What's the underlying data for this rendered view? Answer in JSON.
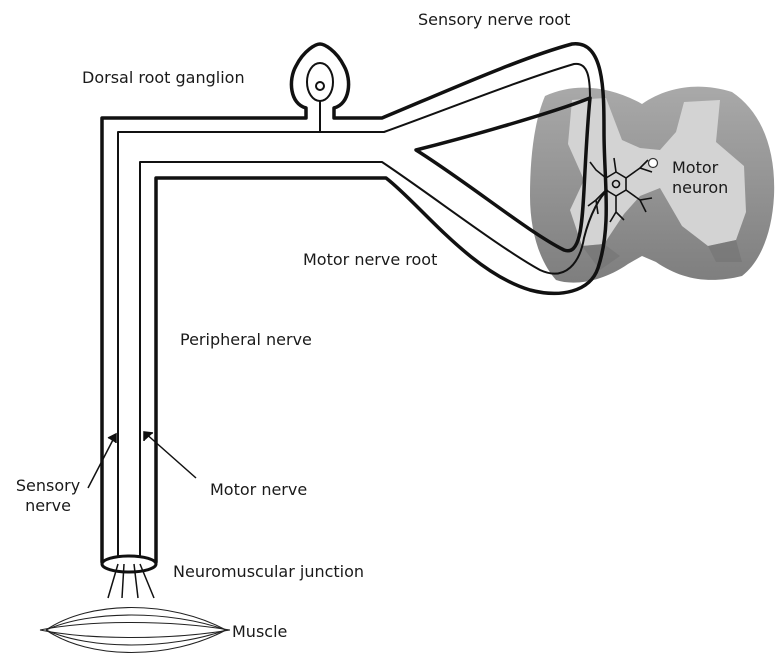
{
  "labels": {
    "sensory_nerve_root": "Sensory nerve root",
    "dorsal_root_ganglion": "Dorsal root ganglion",
    "motor_neuron": "Motor\nneuron",
    "motor_nerve_root": "Motor nerve root",
    "peripheral_nerve": "Peripheral nerve",
    "sensory_nerve": "Sensory\nnerve",
    "motor_nerve": "Motor nerve",
    "neuromuscular_junction": "Neuromuscular junction",
    "muscle": "Muscle"
  },
  "colors": {
    "stroke": "#111111",
    "spinal_cord_white_matter": "#999999",
    "spinal_cord_grey_matter": "#d3d3d3",
    "background": "#ffffff"
  }
}
